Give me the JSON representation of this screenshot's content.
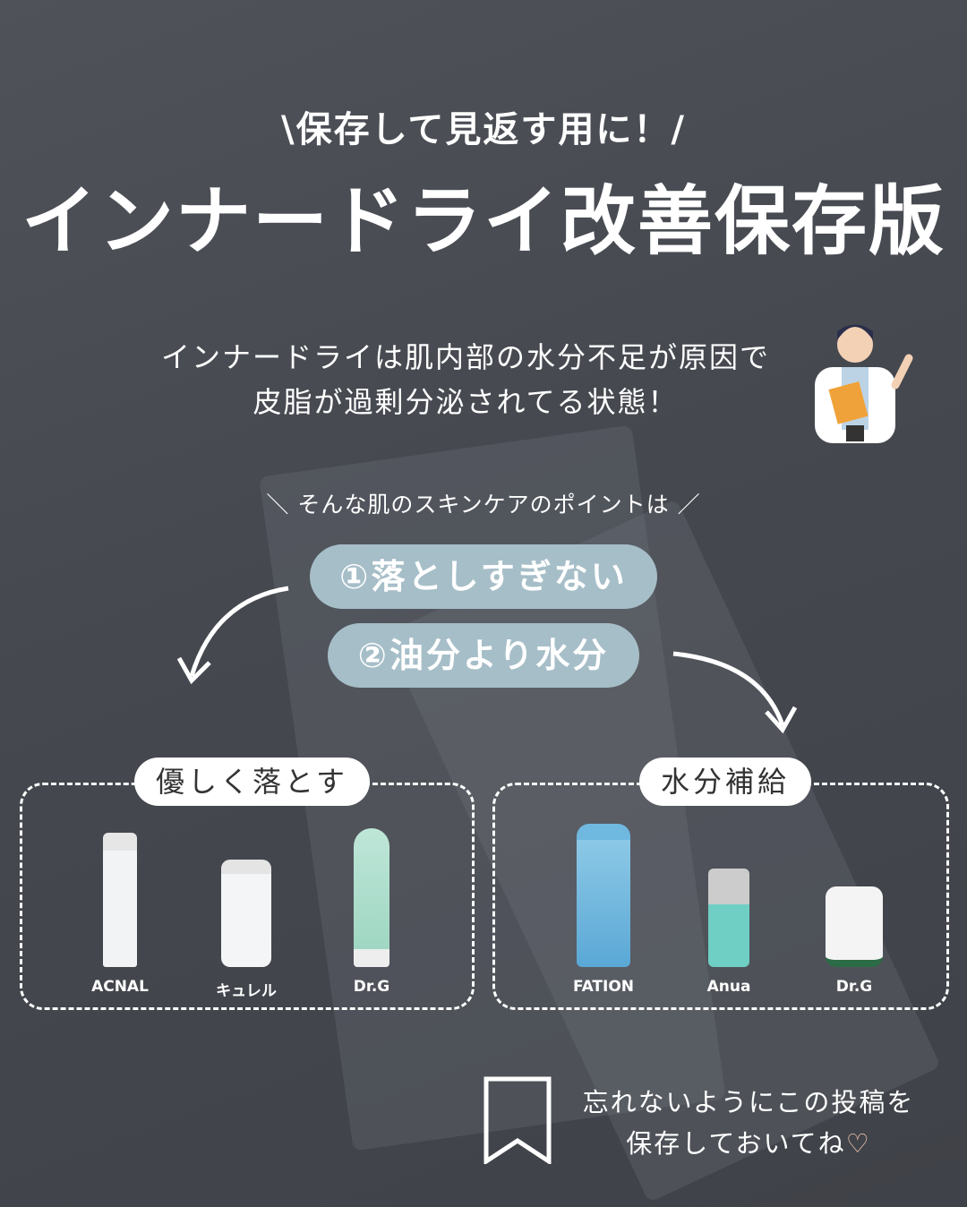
{
  "header": {
    "subtitle": "\\保存して見返す用に！/",
    "title": "インナードライ改善保存版"
  },
  "intro": {
    "line1": "インナードライは肌内部の水分不足が原因で",
    "line2": "皮脂が過剰分泌されてる状態！"
  },
  "points": {
    "heading": "＼ そんな肌のスキンケアのポイントは ／",
    "point1": "①落としすぎない",
    "point2": "②油分より水分"
  },
  "cleanse": {
    "label": "優しく落とす",
    "products": [
      {
        "name": "ACNAL"
      },
      {
        "name": "キュレル"
      },
      {
        "name": "Dr.G"
      }
    ]
  },
  "hydrate": {
    "label": "水分補給",
    "products": [
      {
        "name": "FATION"
      },
      {
        "name": "Anua"
      },
      {
        "name": "Dr.G"
      }
    ]
  },
  "footer": {
    "line1": "忘れないようにこの投稿を",
    "line2": "保存しておいてね"
  },
  "colors": {
    "background": "#4a4d54",
    "pill": "#a6bec8"
  }
}
